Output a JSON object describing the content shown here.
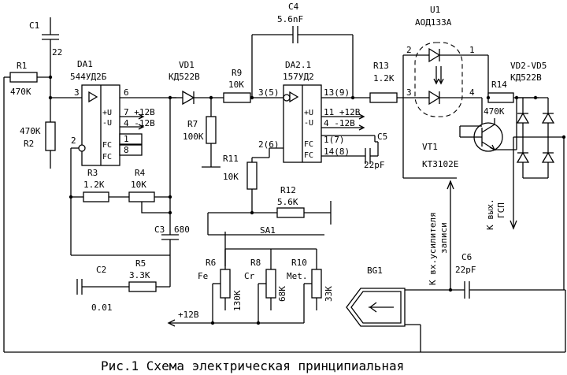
{
  "caption": "Рис.1 Схема электрическая принципиальная",
  "components": {
    "C1": {
      "ref": "C1",
      "value": "22"
    },
    "R1": {
      "ref": "R1",
      "value": "470K"
    },
    "R2": {
      "ref": "R2",
      "value": "470K"
    },
    "DA1": {
      "ref": "DA1",
      "part": "544УД2Б",
      "pin_in_plus": "3",
      "pin_in_minus": "2",
      "pin_out": "6",
      "pins": [
        "+U",
        "-U",
        "FC",
        "FC"
      ],
      "pin_labels": [
        "7 +12B",
        "4 -12B",
        "1",
        "8"
      ]
    },
    "R3": {
      "ref": "R3",
      "value": "1.2K"
    },
    "R4": {
      "ref": "R4",
      "value": "10K"
    },
    "VD1": {
      "ref": "VD1",
      "part": "КД522В"
    },
    "R7": {
      "ref": "R7",
      "value": "100K"
    },
    "R9": {
      "ref": "R9",
      "value": "10K"
    },
    "C4": {
      "ref": "C4",
      "value": "5.6nF"
    },
    "DA2": {
      "ref": "DA2.1",
      "part": "157УД2",
      "pin_in_plus": "3(5)",
      "pin_in_minus": "2(6)",
      "pin_out": "13(9)",
      "pin_labels": [
        "11 +12B",
        "4 -12B",
        "1(7)",
        "14(8)"
      ]
    },
    "C5": {
      "ref": "C5",
      "value": "22pF"
    },
    "R11": {
      "ref": "R11",
      "value": "10K"
    },
    "R12": {
      "ref": "R12",
      "value": "5.6K"
    },
    "SA1": {
      "ref": "SA1"
    },
    "R13": {
      "ref": "R13",
      "value": "1.2K"
    },
    "U1": {
      "ref": "U1",
      "part": "АОД133А",
      "pins": [
        "2",
        "1",
        "3",
        "4"
      ]
    },
    "R14": {
      "ref": "R14",
      "value": "470K"
    },
    "VD2": {
      "ref": "VD2-VD5",
      "part": "КД522В"
    },
    "VT1": {
      "ref": "VT1",
      "part": "КТ3102Е"
    },
    "C3": {
      "ref": "C3",
      "value": "680"
    },
    "C2": {
      "ref": "C2",
      "value": "0.01"
    },
    "R5": {
      "ref": "R5",
      "value": "3.3K"
    },
    "R6": {
      "ref": "R6",
      "value": "130K",
      "label": "Fe"
    },
    "R8": {
      "ref": "R8",
      "value": "68K",
      "label": "Cr"
    },
    "R10": {
      "ref": "R10",
      "value": "33K",
      "label": "Met."
    },
    "BG1": {
      "ref": "BG1"
    },
    "C6": {
      "ref": "C6",
      "value": "22pF"
    }
  },
  "supply": "+12B",
  "notes": {
    "gsp": [
      "К вых.",
      "ГСП"
    ],
    "amp": [
      "К вх.усилителя",
      "записи"
    ]
  }
}
